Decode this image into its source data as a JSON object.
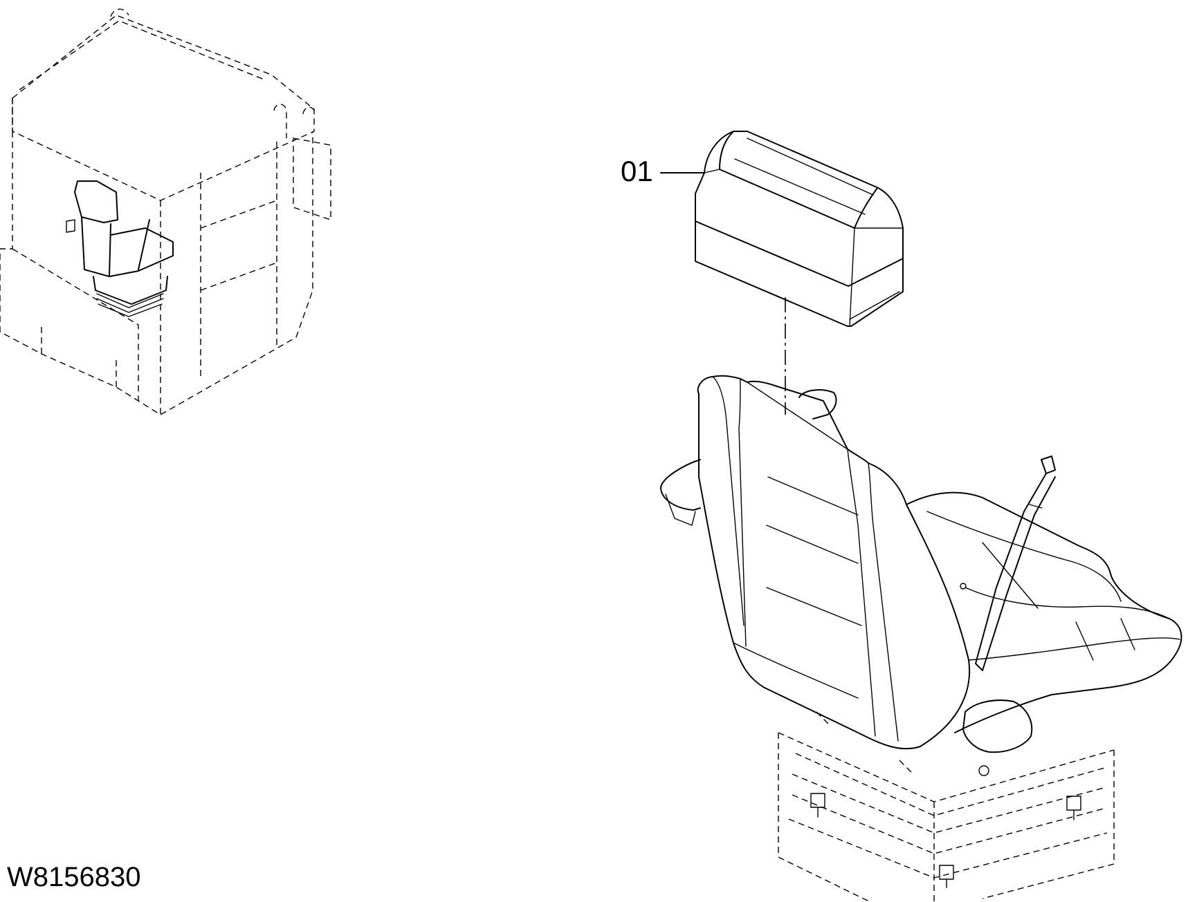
{
  "callout": {
    "label": "01",
    "part": "headrest"
  },
  "drawing_id": "W8156830",
  "icons": [
    "cab-overview-icon",
    "headrest-part-icon",
    "seat-assembly-icon"
  ]
}
